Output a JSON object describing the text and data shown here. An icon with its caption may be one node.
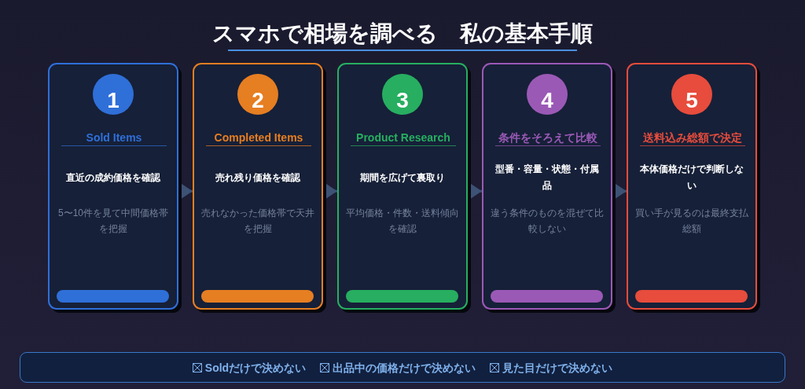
{
  "diagram": {
    "title": "スマホで相場を調べる　私の基本手順",
    "nodes": [
      {
        "text": [
          "Sold Items",
          "直近の成約価格を確認",
          "5〜10件を見て中間価格帯を把握"
        ]
      },
      {
        "text": [
          "1"
        ],
        "in": 0
      },
      {
        "text": [
          "Completed Items",
          "売れ残り価格を確認",
          "売れなかった価格帯で天井を把握"
        ]
      },
      {
        "text": [
          "2"
        ],
        "in": 2
      },
      {
        "text": [
          "Product Research",
          "期間を広げて裏取り",
          "平均価格・件数・送料傾向を確認"
        ]
      },
      {
        "text": [
          "3"
        ],
        "in": 4
      },
      {
        "text": [
          "条件をそろえて比較",
          "型番・容量・状態・付属品",
          "違う条件のものを混ぜて比較しない"
        ]
      },
      {
        "text": [
          "4"
        ],
        "in": 6
      },
      {
        "text": [
          "送料込み総額で決定",
          "本体価格だけで判断しない",
          "買い手が見るのは最終支払総額"
        ]
      },
      {
        "text": [
          "5"
        ],
        "in": 8
      },
      {
        "text": [
          "Soldだけで決めない",
          "出品中の価格だけで決めない",
          "見た目だけで決めない"
        ]
      }
    ],
    "edges": [
      {
        "from": 0,
        "to": 2,
        "arrow": "to"
      },
      {
        "from": 2,
        "to": 4,
        "arrow": "to"
      },
      {
        "from": 4,
        "to": 6,
        "arrow": "to"
      },
      {
        "from": 6,
        "to": 8,
        "arrow": "to"
      }
    ]
  }
}
